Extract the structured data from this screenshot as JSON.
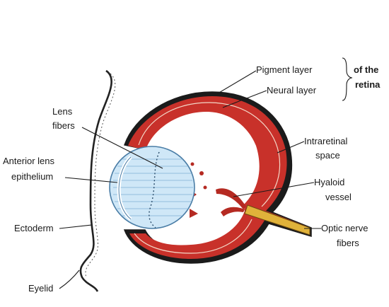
{
  "labels": {
    "pigment_layer": "Pigment layer",
    "neural_layer": "Neural layer",
    "of_the": "of the",
    "retina": "retina",
    "lens_fibers_1": "Lens",
    "lens_fibers_2": "fibers",
    "anterior_lens_1": "Anterior lens",
    "anterior_lens_2": "epithelium",
    "ectoderm": "Ectoderm",
    "eyelid": "Eyelid",
    "intraretinal_1": "Intraretinal",
    "intraretinal_2": "space",
    "hyaloid_1": "Hyaloid",
    "hyaloid_2": "vessel",
    "optic_1": "Optic nerve",
    "optic_2": "fibers"
  },
  "colors": {
    "neural_red": "#c8312a",
    "neural_dark": "#8e1c17",
    "pigment_black": "#1b1b1b",
    "lens_blue": "#cfe7f7",
    "lens_outline": "#4a7da6",
    "optic_yellow": "#e0b23a"
  }
}
